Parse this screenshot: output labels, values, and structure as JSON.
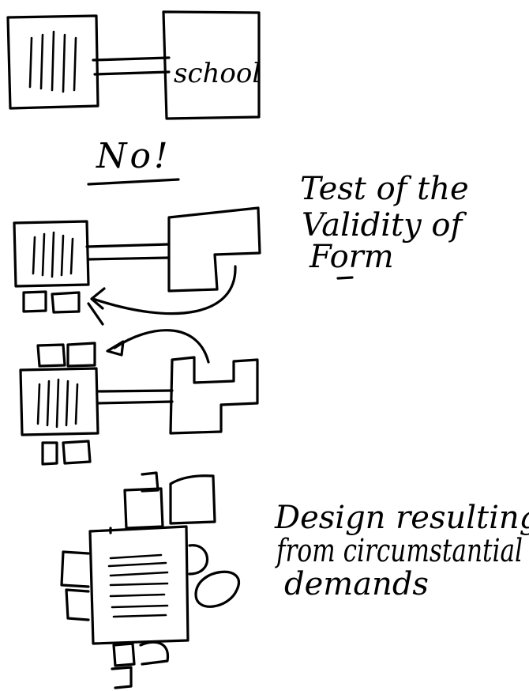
{
  "labels": {
    "school": "school",
    "no": "No!",
    "validity_line1": "Test of the",
    "validity_line2": "Validity of",
    "validity_line3": "Form",
    "design_line1": "Design resulting",
    "design_line2": "from circumstantial",
    "design_line3": "demands"
  },
  "colors": {
    "ink": "#000000",
    "paper": "#ffffff"
  }
}
